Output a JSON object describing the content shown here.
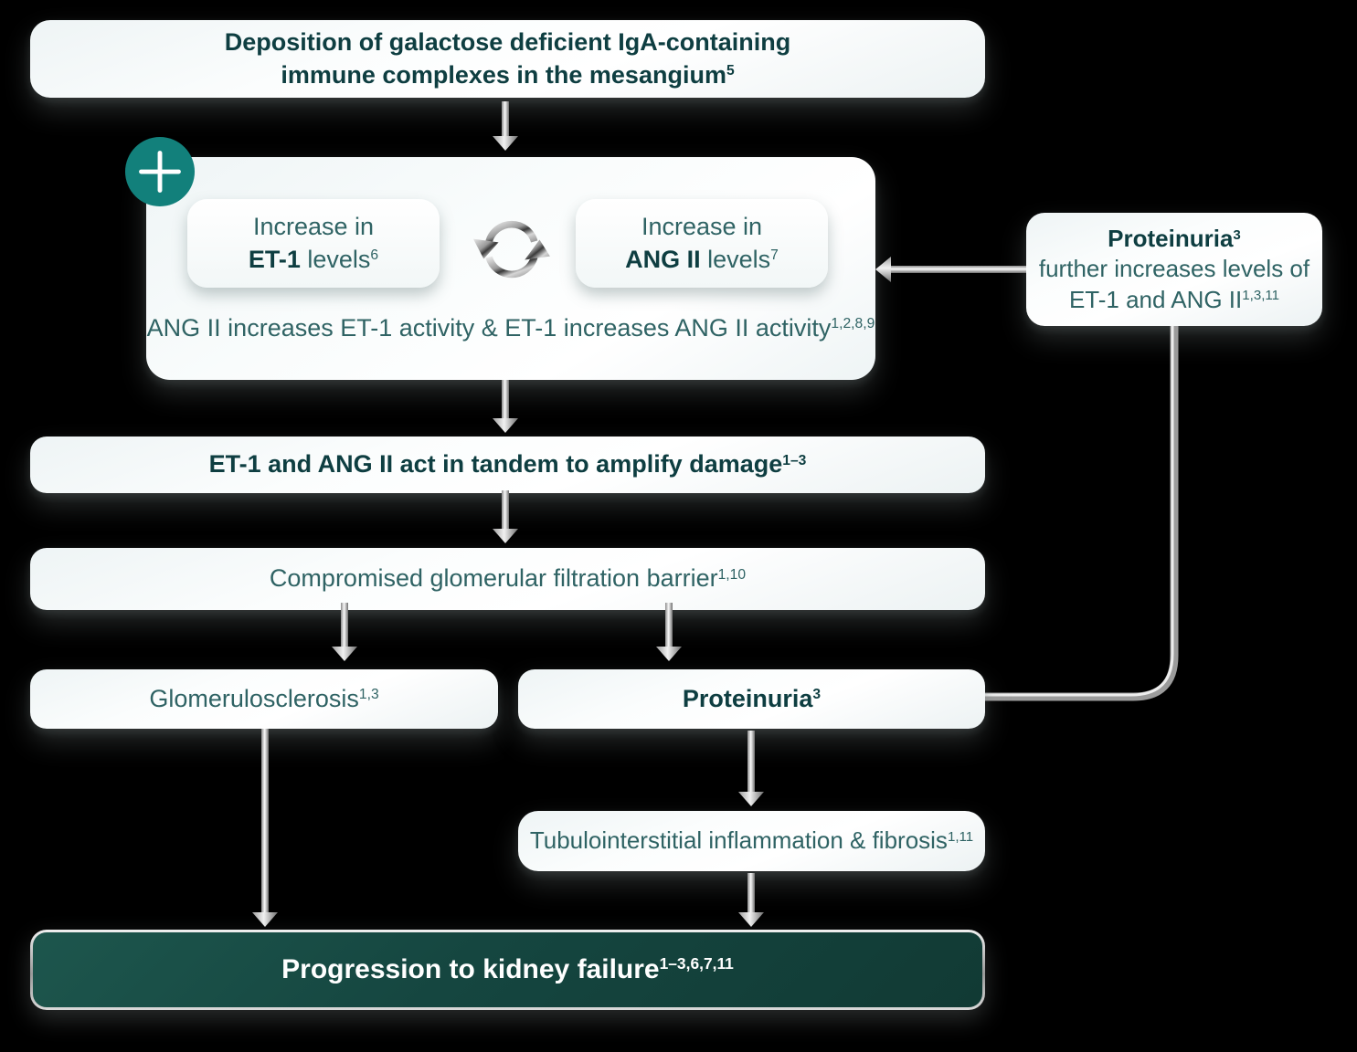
{
  "palette": {
    "background": "#000000",
    "card_fill": "#f7fbfb",
    "heading_teal": "#0e3e41",
    "body_teal": "#2f6364",
    "badge_teal": "#12807b",
    "final_box_teal": "#154640",
    "final_text": "#ffffff",
    "arrow_silver": "#c9c9c9"
  },
  "icons": {
    "plus_badge": "plus-icon",
    "cycle": "cycle-arrows-icon",
    "arrow": "metallic-arrow-icon"
  },
  "nodes": {
    "deposition": {
      "text": "Deposition of galactose deficient IgA-containing immune complexes in the mesangium",
      "sup": "5"
    },
    "increase_et1": {
      "intro": "Increase in",
      "bold": "ET-1",
      "rest": " levels",
      "sup": "6"
    },
    "increase_ang2": {
      "intro": "Increase in",
      "bold": "ANG II",
      "rest": " levels",
      "sup": "7"
    },
    "cycle_caption": {
      "text": "ANG II increases ET-1 activity & ET-1 increases ANG II activity",
      "sup": "1,2,8,9"
    },
    "proteinuria_feedback": {
      "bold": "Proteinuria",
      "bold_sup": "3",
      "line2": "further increases levels of",
      "line3": "ET-1 and ANG II",
      "sup": "1,3,11"
    },
    "tandem": {
      "text": "ET-1 and ANG II act in tandem to amplify damage",
      "sup": "1–3"
    },
    "filtration_barrier": {
      "text": "Compromised glomerular filtration barrier",
      "sup": "1,10"
    },
    "glomerulosclerosis": {
      "text": "Glomerulosclerosis",
      "sup": "1,3"
    },
    "proteinuria": {
      "text": "Proteinuria",
      "sup": "3"
    },
    "tubulointerstitial": {
      "text": "Tubulointerstitial inflammation & fibrosis",
      "sup": "1,11"
    },
    "kidney_failure": {
      "text": "Progression to kidney failure",
      "sup": "1–3,6,7,11"
    }
  }
}
